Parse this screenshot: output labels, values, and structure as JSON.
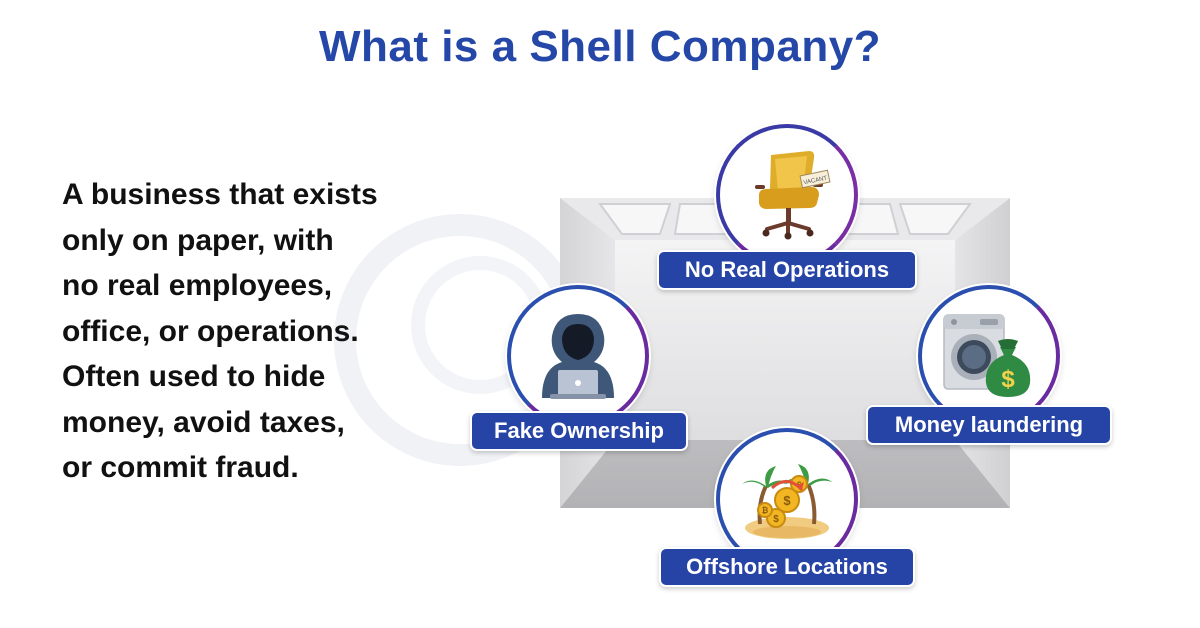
{
  "title": "What is a Shell Company?",
  "description_lines": [
    "A business that exists",
    "only on paper, with",
    "no real employees,",
    "office, or operations.",
    "Often used to hide",
    "money, avoid taxes,",
    "or commit fraud."
  ],
  "nodes": {
    "no_real_operations": {
      "label": "No Real Operations",
      "icon": "vacant-office-chair-icon",
      "chair_tag": "VACANT"
    },
    "fake_ownership": {
      "label": "Fake Ownership",
      "icon": "hooded-hacker-icon"
    },
    "money_laundering": {
      "label": "Money laundering",
      "icon": "washing-machine-money-bag-icon",
      "bag_symbol": "$"
    },
    "offshore_locations": {
      "label": "Offshore Locations",
      "icon": "island-coins-icon",
      "coin_symbols": [
        "$",
        "$",
        "€",
        "₿"
      ]
    }
  },
  "colors": {
    "title": "#2447a8",
    "label_bg": "#2643a6",
    "circle_border": "#2e3a9e",
    "text": "#111111"
  }
}
